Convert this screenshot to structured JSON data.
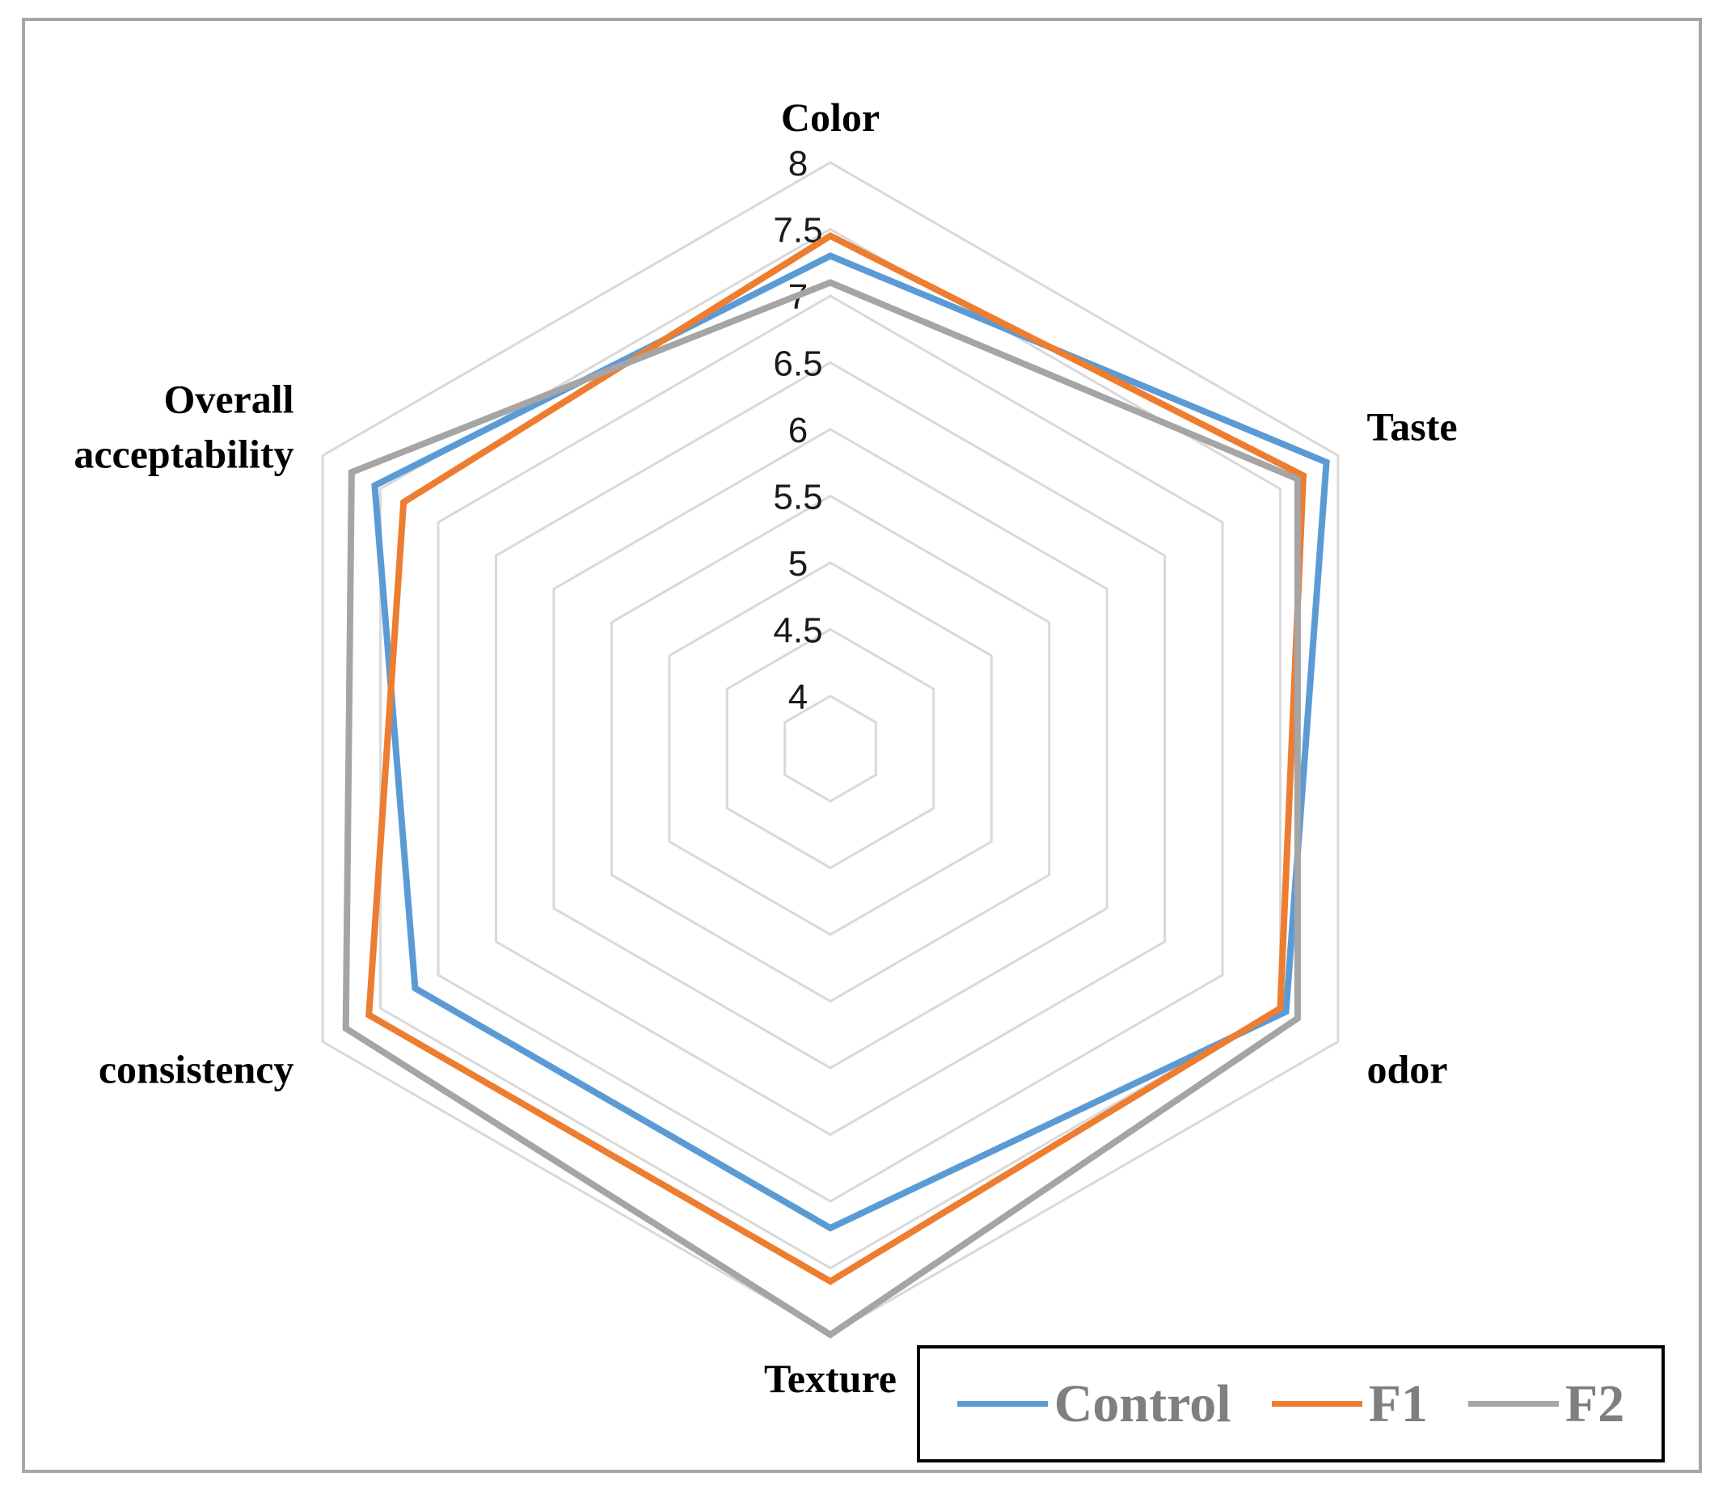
{
  "chart_data": {
    "type": "radar",
    "categories": [
      "Color",
      "Taste",
      "odor",
      "Texture",
      "consistency",
      "Overall acceptability"
    ],
    "category_label_lines": [
      [
        "Color"
      ],
      [
        "Taste"
      ],
      [
        "odor"
      ],
      [
        "Texture"
      ],
      [
        "consistency"
      ],
      [
        "Overall",
        "acceptability"
      ]
    ],
    "scale_min": 4,
    "scale_max": 8,
    "tick_values": [
      4,
      4.5,
      5,
      5.5,
      6,
      6.5,
      7,
      7.5,
      8
    ],
    "tick_labels": [
      "4",
      "4.5",
      "5",
      "5.5",
      "6",
      "6.5",
      "7",
      "7.5",
      "8"
    ],
    "series": [
      {
        "name": "Control",
        "color": "#5b9bd5",
        "values": [
          7.3,
          7.9,
          7.55,
          7.2,
          7.2,
          7.55
        ]
      },
      {
        "name": "F1",
        "color": "#ed7d31",
        "values": [
          7.45,
          7.7,
          7.5,
          7.6,
          7.6,
          7.3
        ]
      },
      {
        "name": "F2",
        "color": "#a5a5a5",
        "values": [
          7.1,
          7.65,
          7.65,
          8.0,
          7.8,
          7.75
        ]
      }
    ],
    "grid": true,
    "legend_position": "bottom-right"
  }
}
